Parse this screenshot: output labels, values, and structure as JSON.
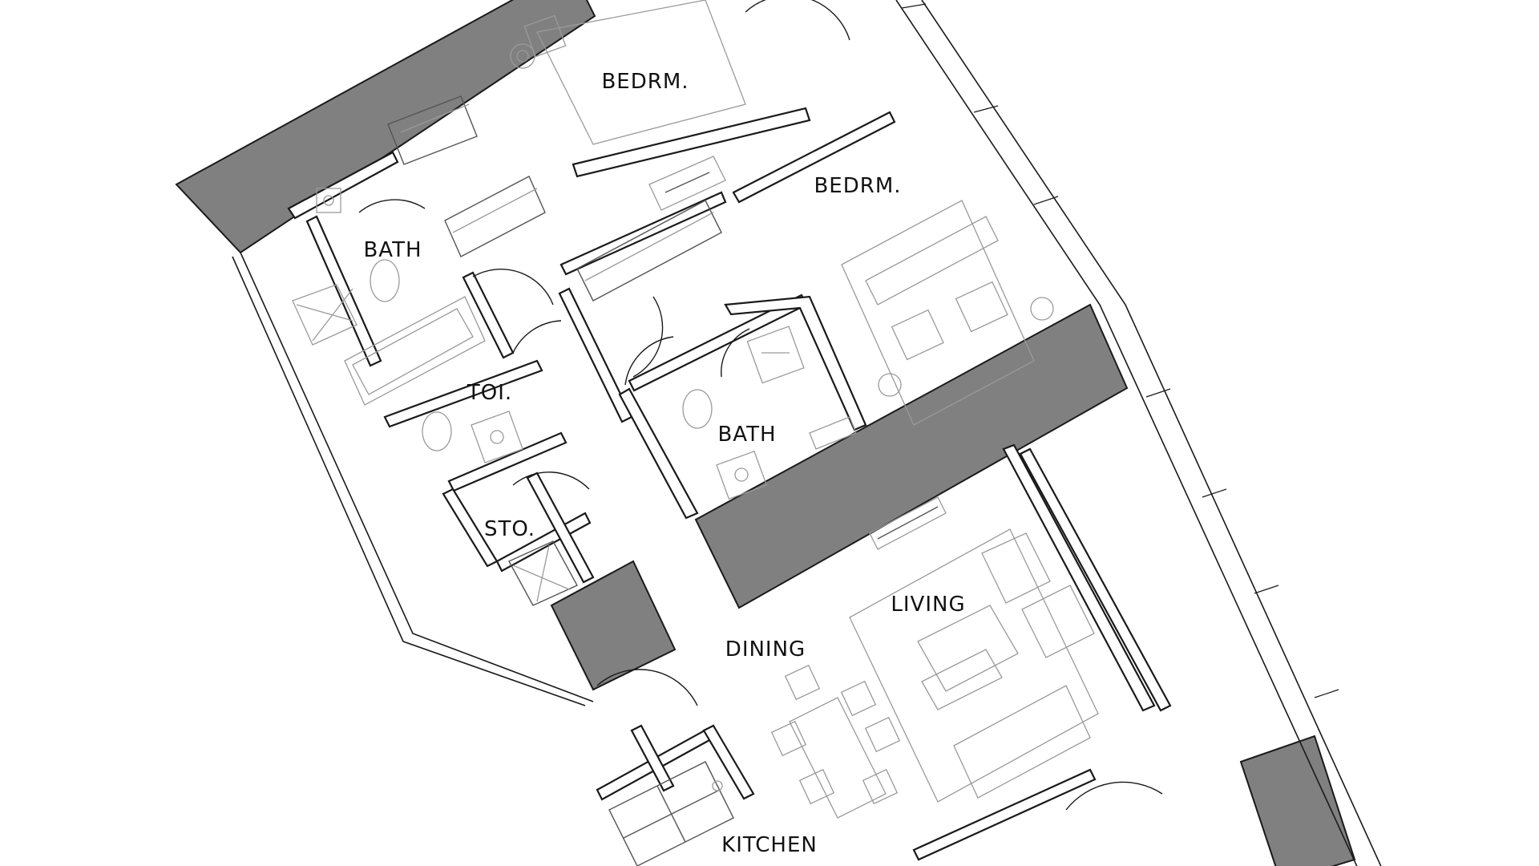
{
  "plan": {
    "rooms": [
      {
        "key": "bedroom_top",
        "label": "BEDRM."
      },
      {
        "key": "bedroom_master",
        "label": "BEDRM."
      },
      {
        "key": "bath_left",
        "label": "BATH"
      },
      {
        "key": "toilet",
        "label": "TOI."
      },
      {
        "key": "bath_right",
        "label": "BATH"
      },
      {
        "key": "store",
        "label": "STO."
      },
      {
        "key": "living",
        "label": "LIVING"
      },
      {
        "key": "dining",
        "label": "DINING"
      },
      {
        "key": "kitchen",
        "label": "KITCHEN"
      }
    ],
    "colors": {
      "structure": "#808080",
      "walls": "#1a1a1a",
      "furniture": "#9a9a9a",
      "background": "#ffffff"
    }
  }
}
